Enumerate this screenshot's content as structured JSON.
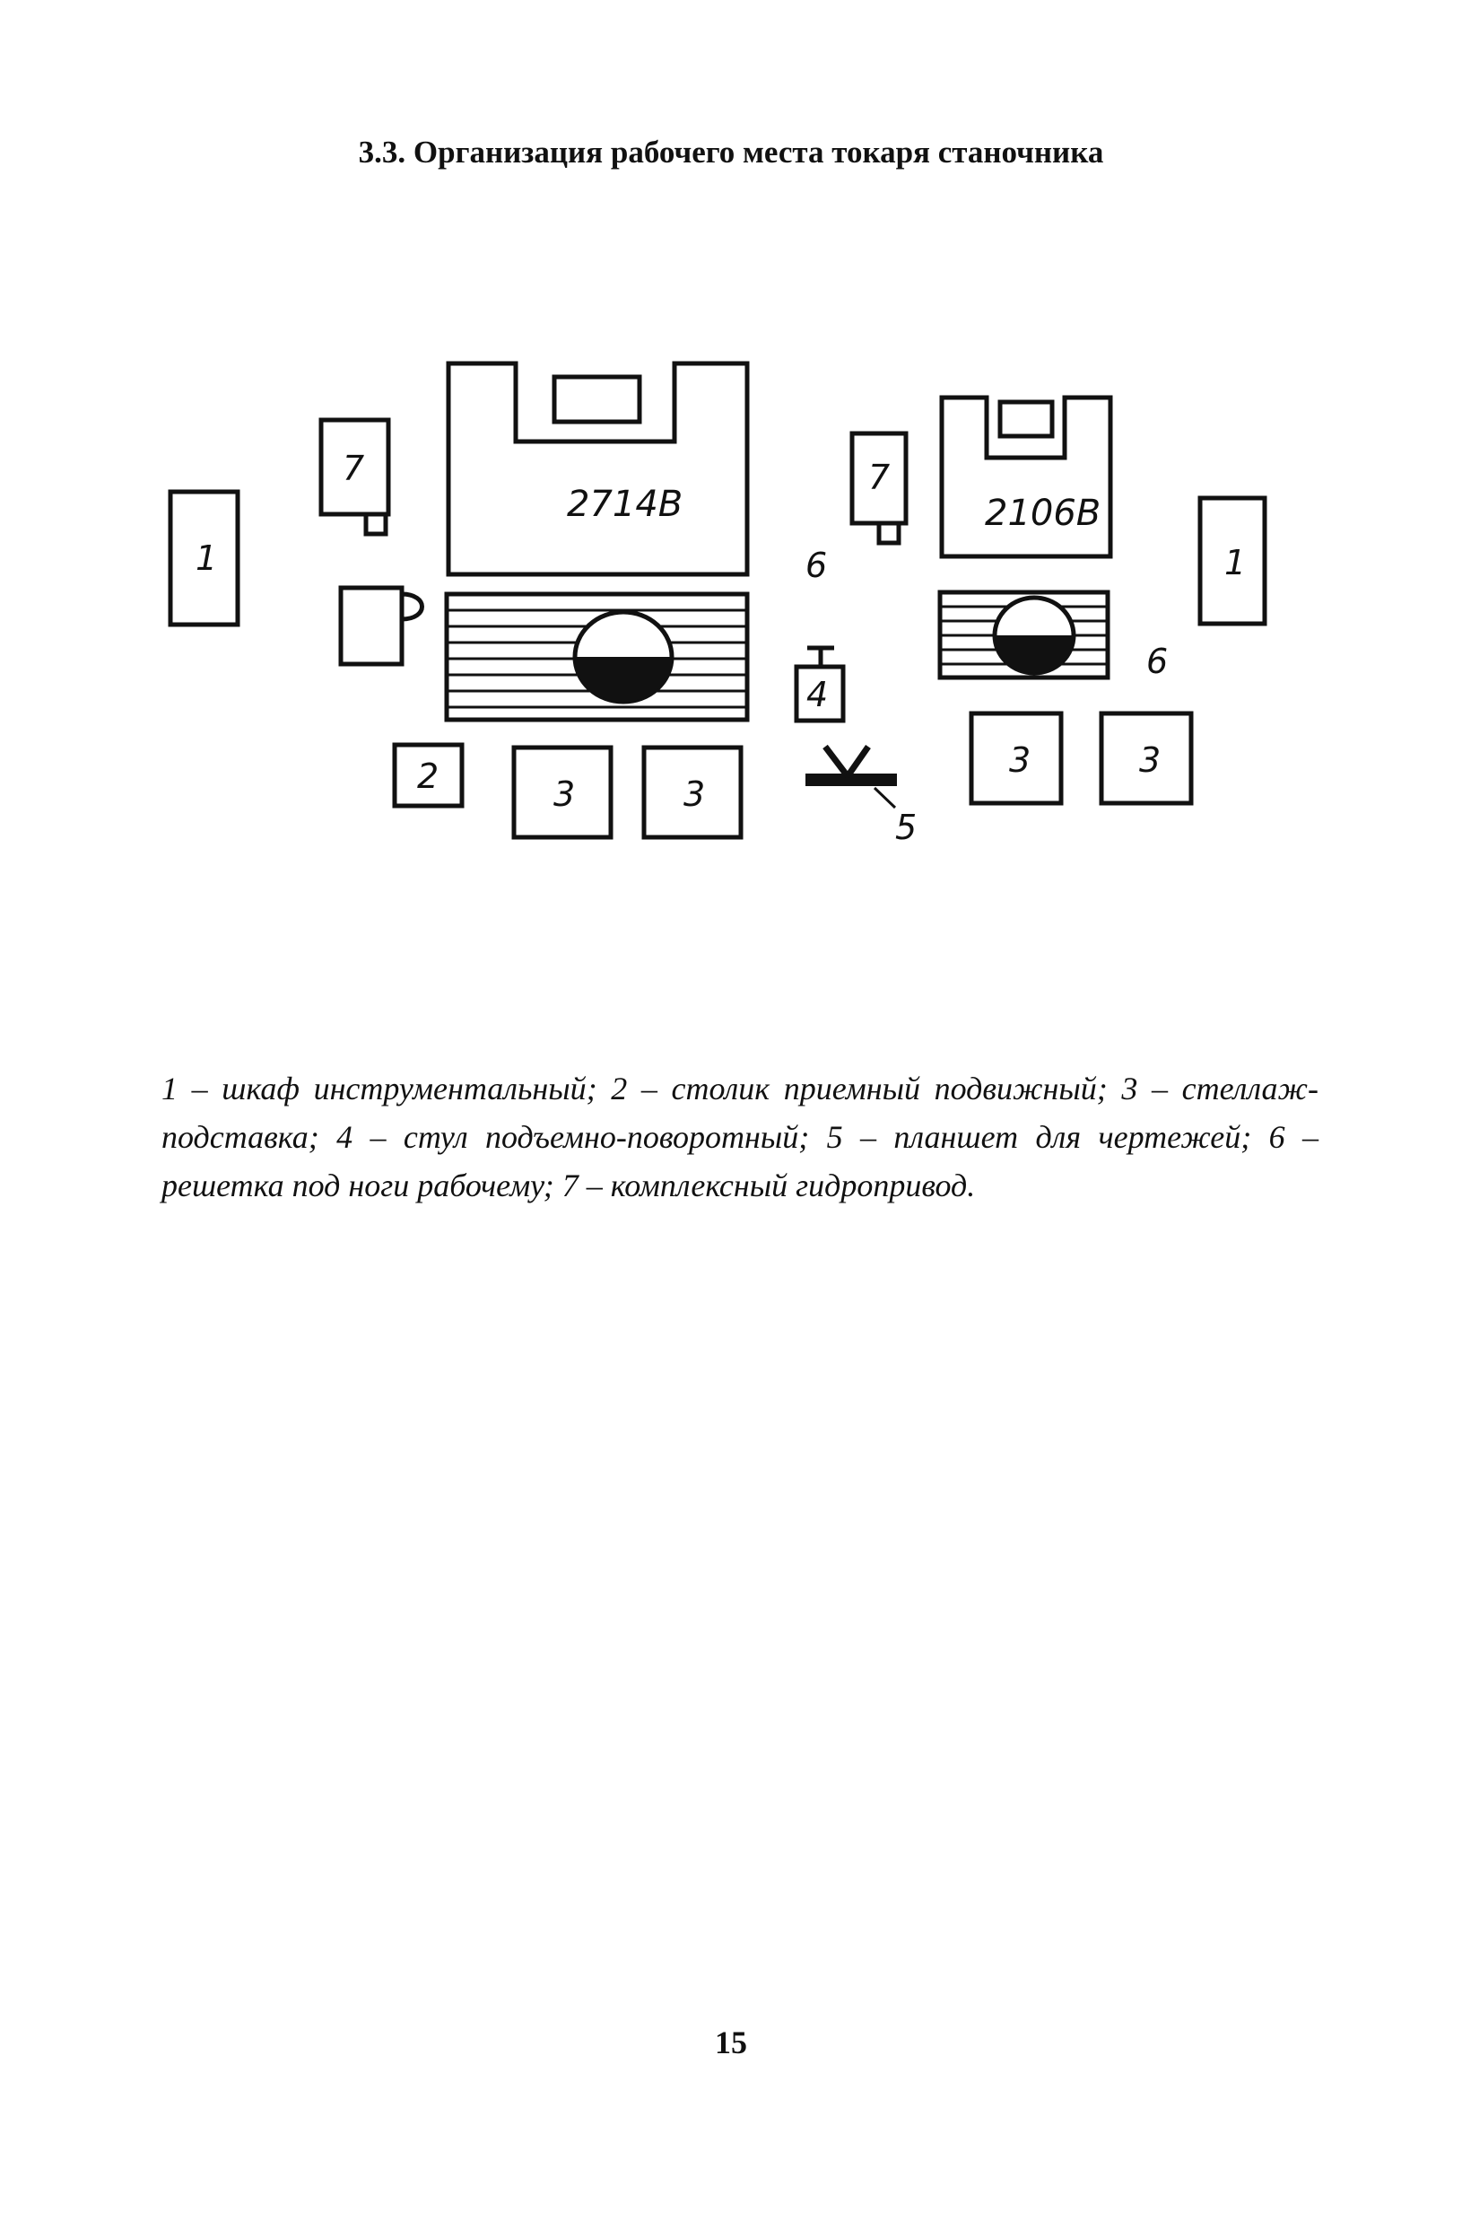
{
  "heading": "3.3. Организация рабочего места токаря станочника",
  "plan": {
    "machine_left": "2714В",
    "machine_right": "2106В",
    "label_1": "1",
    "label_2": "2",
    "label_3": "3",
    "label_4": "4",
    "label_5": "5",
    "label_6": "6",
    "label_7": "7"
  },
  "legend": "1 – шкаф инструментальный; 2 – столик приемный подвижный; 3 – стеллаж-подставка; 4 – стул подъемно-поворотный; 5 – планшет для чертежей; 6 – решетка под ноги рабочему; 7 – комплексный гидропривод.",
  "page_number": "15"
}
